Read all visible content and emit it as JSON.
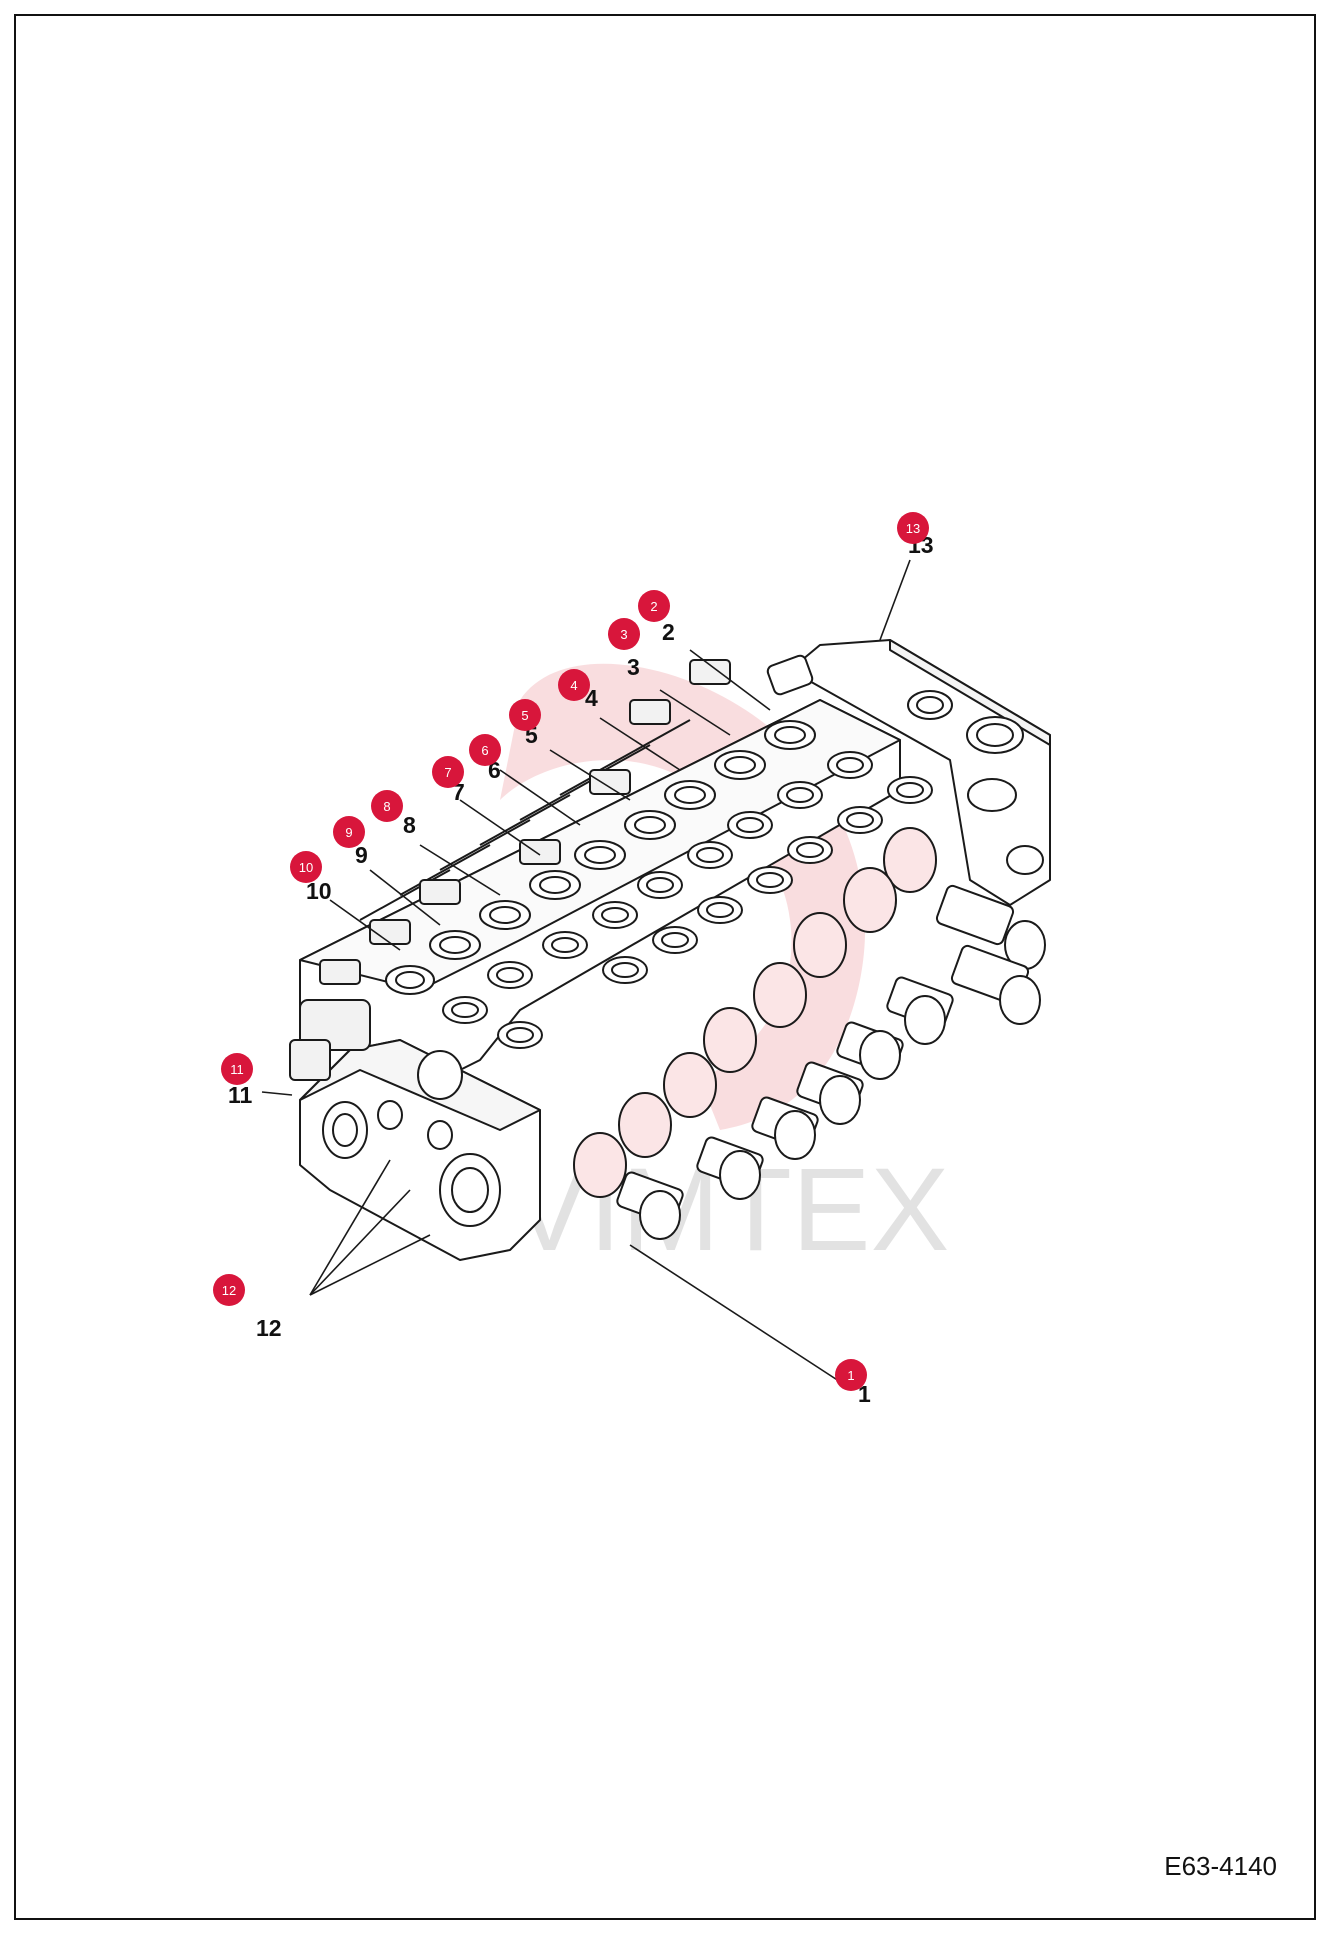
{
  "drawing_code": "E63-4140",
  "watermark": "VIMTEX",
  "colors": {
    "hotspot": "#d8163b",
    "hotspot_text": "#ffffff",
    "line": "#1a1a1a",
    "watermark": "#e2e2e2",
    "watermark_red": "#f6cfd2"
  },
  "callouts": [
    {
      "id": "1",
      "label": "1"
    },
    {
      "id": "2",
      "label": "2"
    },
    {
      "id": "3",
      "label": "3"
    },
    {
      "id": "4",
      "label": "4"
    },
    {
      "id": "5",
      "label": "5"
    },
    {
      "id": "6",
      "label": "6"
    },
    {
      "id": "7",
      "label": "7"
    },
    {
      "id": "8",
      "label": "8"
    },
    {
      "id": "9",
      "label": "9"
    },
    {
      "id": "10",
      "label": "10"
    },
    {
      "id": "11",
      "label": "11"
    },
    {
      "id": "12",
      "label": "12"
    },
    {
      "id": "13",
      "label": "13"
    }
  ]
}
